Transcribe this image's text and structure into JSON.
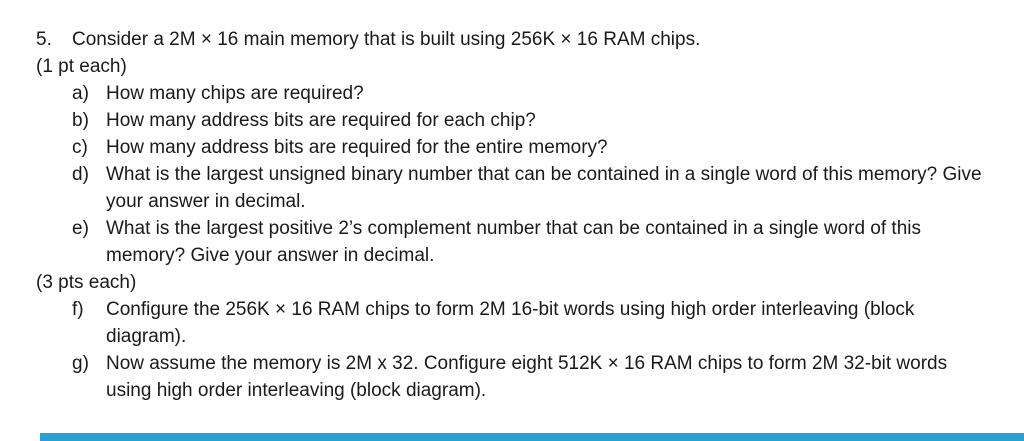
{
  "document": {
    "question_number": "5.",
    "intro": "Consider a 2M × 16 main memory that is built using 256K × 16 RAM chips.",
    "section1_header": "(1 pt each)",
    "items1": [
      {
        "label": "a)",
        "text": "How many chips are required?"
      },
      {
        "label": "b)",
        "text": "How many address bits are required for each chip?"
      },
      {
        "label": "c)",
        "text": "How many address bits are required for the entire memory?"
      },
      {
        "label": "d)",
        "text": "What is the largest unsigned binary number that can be contained in a single word of this memory? Give your answer in decimal."
      },
      {
        "label": "e)",
        "text": "What is the largest positive 2’s complement number that can be contained in a single word of this memory? Give your answer in decimal."
      }
    ],
    "section2_header": "(3 pts each)",
    "items2": [
      {
        "label": "f)",
        "text": "Configure the 256K × 16 RAM chips to form 2M 16-bit words using high order interleaving (block diagram)."
      },
      {
        "label": "g)",
        "text": "Now assume the memory is 2M x 32. Configure eight 512K × 16 RAM chips to form 2M 32-bit words using high order interleaving (block diagram)."
      }
    ],
    "colors": {
      "bottom_bar": "#2a9fd4"
    }
  }
}
